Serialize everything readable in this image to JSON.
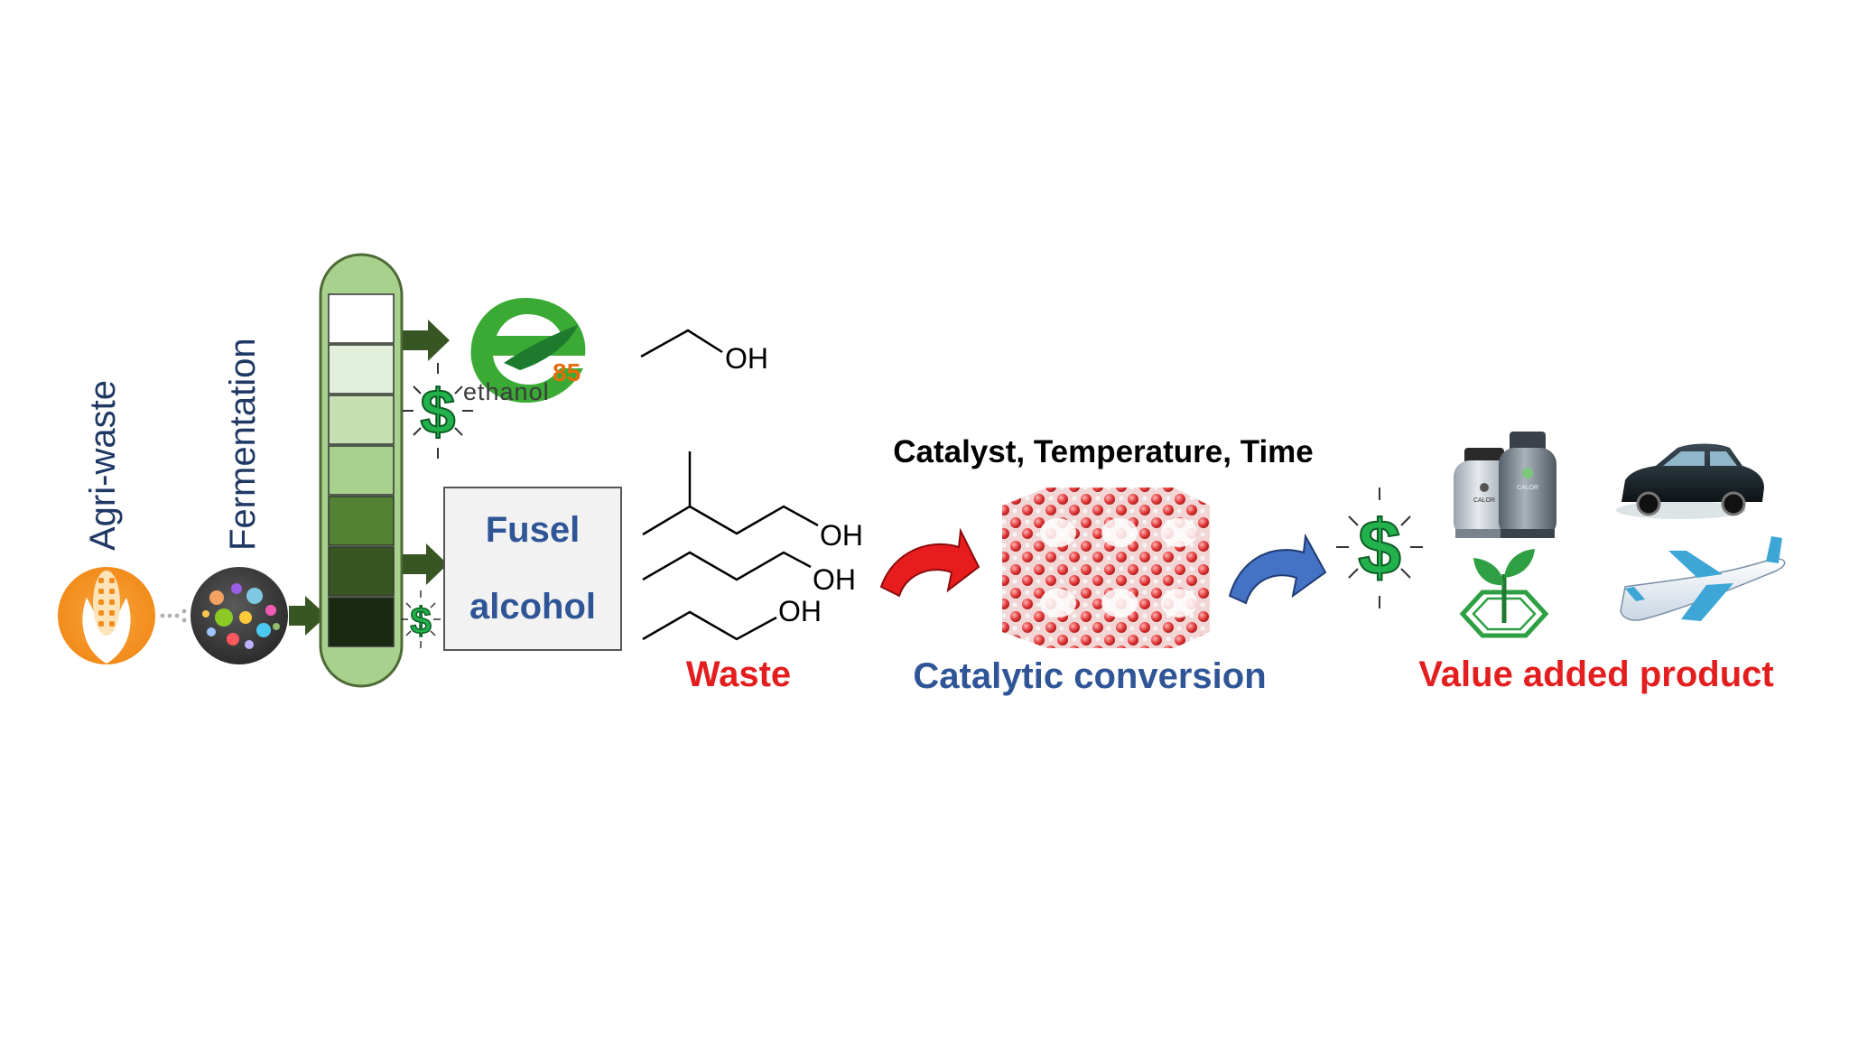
{
  "labels": {
    "agri_waste": "Agri-waste",
    "fermentation": "Fermentation",
    "fusel_line1": "Fusel",
    "fusel_line2": "alcohol",
    "ethanol_logo_number": "85",
    "ethanol_logo_word": "ethanol",
    "oh_ethanol": "OH",
    "oh_isoamyl": "OH",
    "oh_butanol": "OH",
    "oh_propanol": "OH",
    "waste": "Waste",
    "conditions": "Catalyst, Temperature, Time",
    "catalytic_conversion": "Catalytic conversion",
    "value_added_product": "Value added product",
    "dollar": "$",
    "cylinder_brand": "CALOR"
  },
  "colors": {
    "navy_text": "#1f3864",
    "blue_text": "#2f5597",
    "red_text": "#e41e1e",
    "column_green": "#a9d18e",
    "arrow_green": "#375623",
    "dollar_green": "#22b14c",
    "ethanol_orange": "#e46c0a",
    "catalyst_red": "#e23b3b",
    "blue_arrow": "#4472c4",
    "red_arrow": "#e81c1c"
  },
  "column_segments": [
    "#ffffff",
    "#e2efda",
    "#c6e0b4",
    "#a9d18e",
    "#548235",
    "#375623",
    "#1a2a10"
  ],
  "icons": {
    "corn": "corn-icon",
    "microbes": "microbe-culture-icon",
    "ethanol_logo": "e85-ethanol-logo",
    "catalyst": "zeolite-catalyst-icon",
    "gas_cylinders": "gas-cylinder-icon",
    "car": "car-icon",
    "plant_chemical": "plant-benzene-icon",
    "airplane": "airplane-icon"
  }
}
